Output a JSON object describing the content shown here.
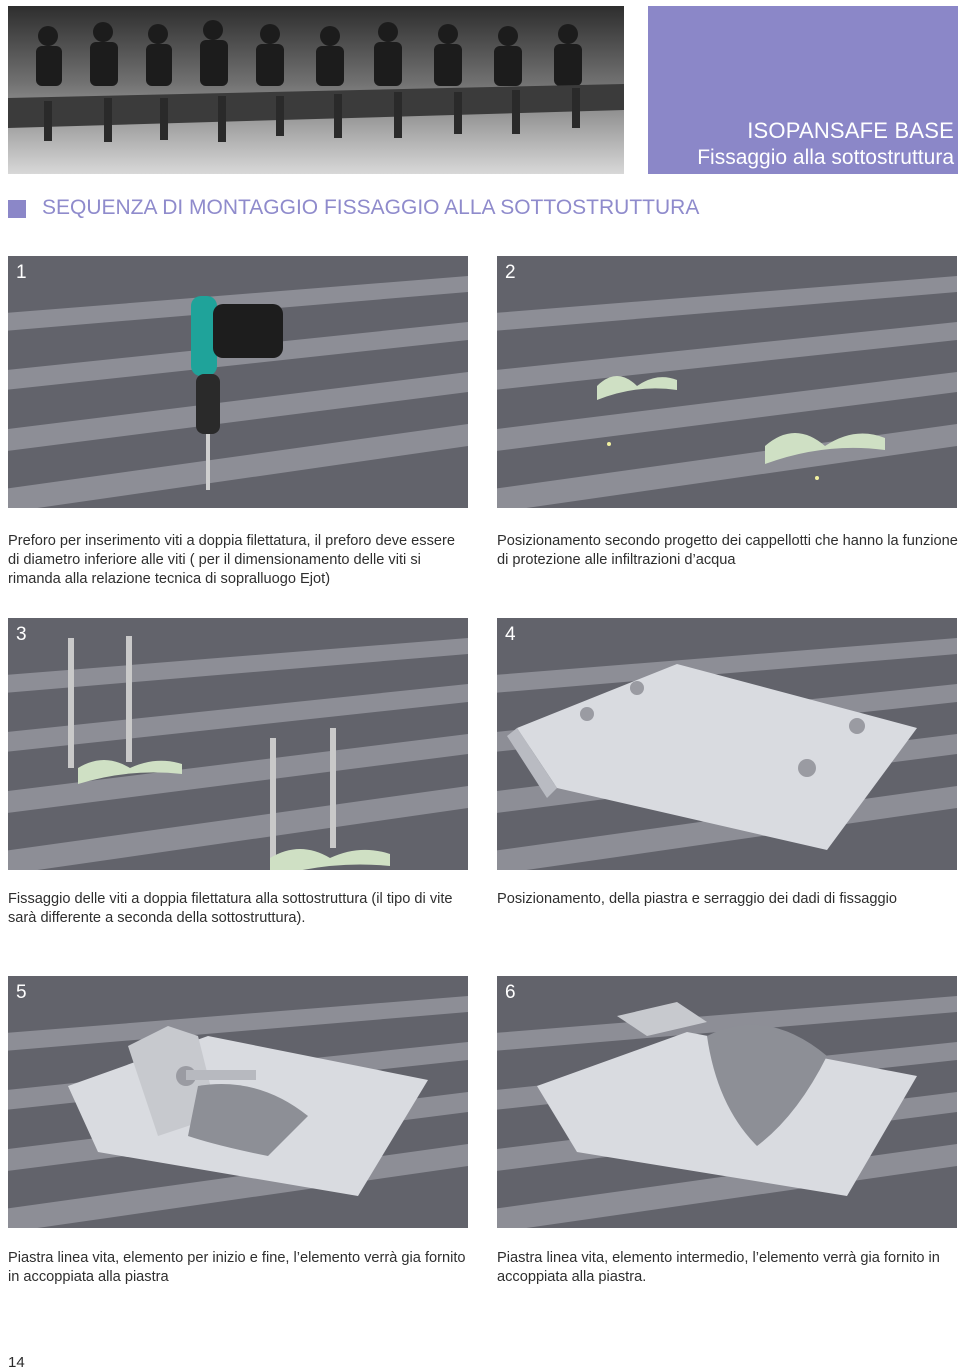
{
  "header": {
    "product_title": "ISOPANSAFE BASE",
    "product_subtitle": "Fissaggio alla sottostruttura",
    "accent_color": "#8b87c8"
  },
  "section": {
    "title": "SEQUENZA DI MONTAGGIO FISSAGGIO ALLA SOTTOSTRUTTURA"
  },
  "steps": [
    {
      "number": "1",
      "caption": "Preforo per inserimento viti a doppia filettatura, il preforo deve essere di diametro inferiore alle viti ( per il dimensionamento delle viti si rimanda alla relazione tecnica di sopralluogo Ejot)"
    },
    {
      "number": "2",
      "caption": "Posizionamento secondo progetto dei cappellotti che hanno la funzione di protezione alle infiltrazioni d’acqua"
    },
    {
      "number": "3",
      "caption": "Fissaggio delle viti a doppia filettatura alla sottostruttura (il tipo di vite sarà differente a seconda della sottostruttura)."
    },
    {
      "number": "4",
      "caption": "Posizionamento, della piastra e serraggio dei dadi di fissaggio"
    },
    {
      "number": "5",
      "caption": "Piastra linea vita, elemento per inizio e fine, l’elemento verrà gia fornito in accoppiata alla piastra"
    },
    {
      "number": "6",
      "caption": "Piastra linea vita, elemento intermedio, l’elemento verrà gia fornito in accoppiata alla piastra."
    }
  ],
  "page": {
    "number": "14"
  }
}
